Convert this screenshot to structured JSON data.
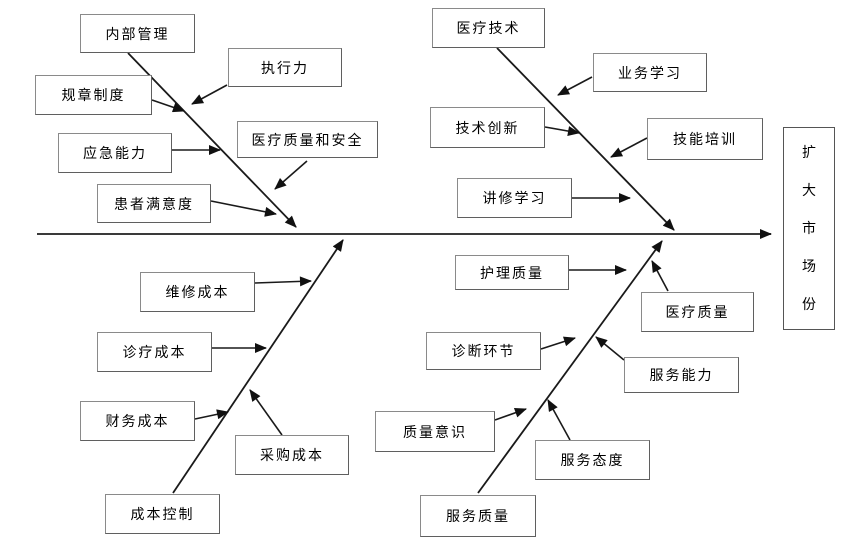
{
  "diagram": {
    "type": "fishbone",
    "goal": {
      "text": "扩大市场份"
    },
    "branches": [
      {
        "id": "upper-left",
        "causes": [
          "内部管理",
          "执行力",
          "规章制度",
          "应急能力",
          "医疗质量和安全",
          "患者满意度"
        ]
      },
      {
        "id": "upper-right",
        "causes": [
          "医疗技术",
          "业务学习",
          "技术创新",
          "技能培训",
          "讲修学习"
        ]
      },
      {
        "id": "lower-left",
        "causes": [
          "维修成本",
          "诊疗成本",
          "财务成本",
          "采购成本",
          "成本控制"
        ]
      },
      {
        "id": "lower-right",
        "causes": [
          "护理质量",
          "医疗质量",
          "诊断环节",
          "服务能力",
          "质量意识",
          "服务态度",
          "服务质量"
        ]
      }
    ],
    "colors": {
      "line": "#1a1a1a",
      "spine": "#3a3a3a",
      "box_border": "#8a8a8a",
      "text": "#000000"
    }
  }
}
